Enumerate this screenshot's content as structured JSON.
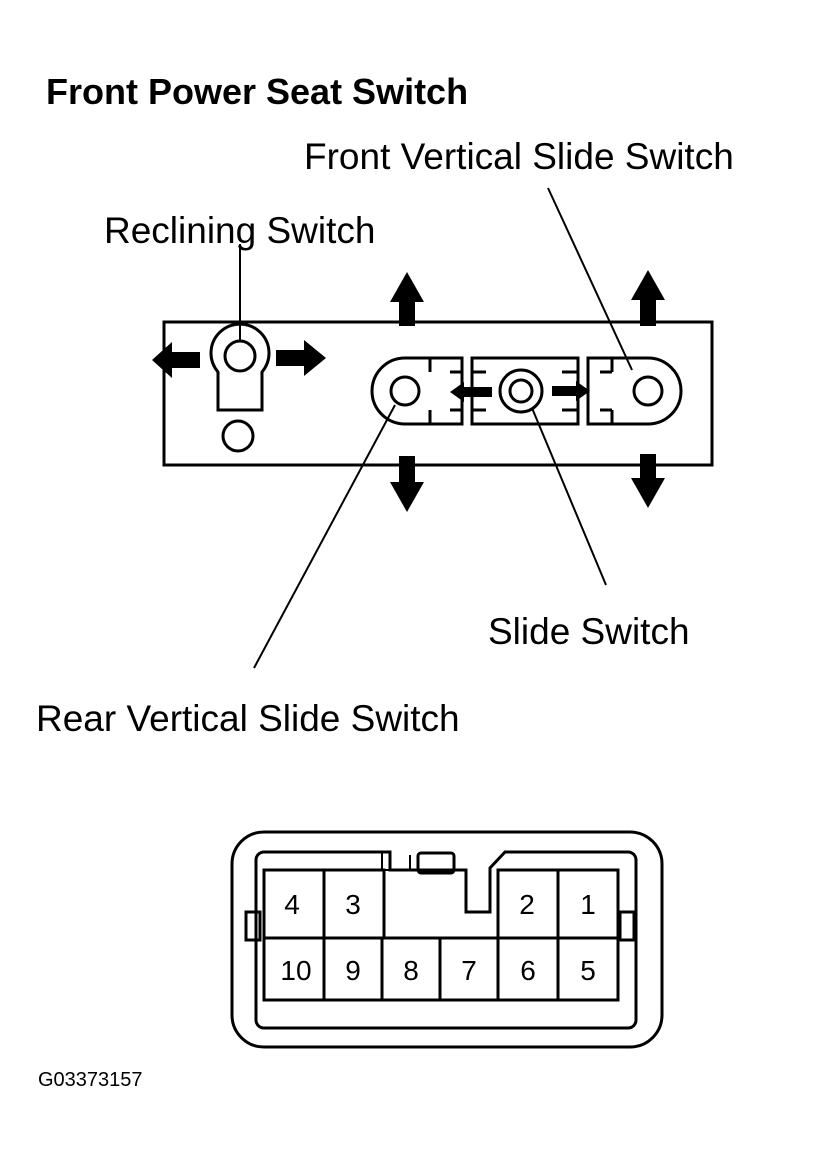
{
  "title": "Front Power Seat Switch",
  "labels": {
    "front_vertical": "Front Vertical Slide Switch",
    "reclining": "Reclining Switch",
    "slide": "Slide Switch",
    "rear_vertical": "Rear Vertical Slide Switch"
  },
  "connector": {
    "pins_top": [
      "4",
      "3",
      "2",
      "1"
    ],
    "pins_bottom": [
      "10",
      "9",
      "8",
      "7",
      "6",
      "5"
    ]
  },
  "figure_code": "G03373157",
  "colors": {
    "ink": "#000000",
    "paper": "#ffffff"
  }
}
